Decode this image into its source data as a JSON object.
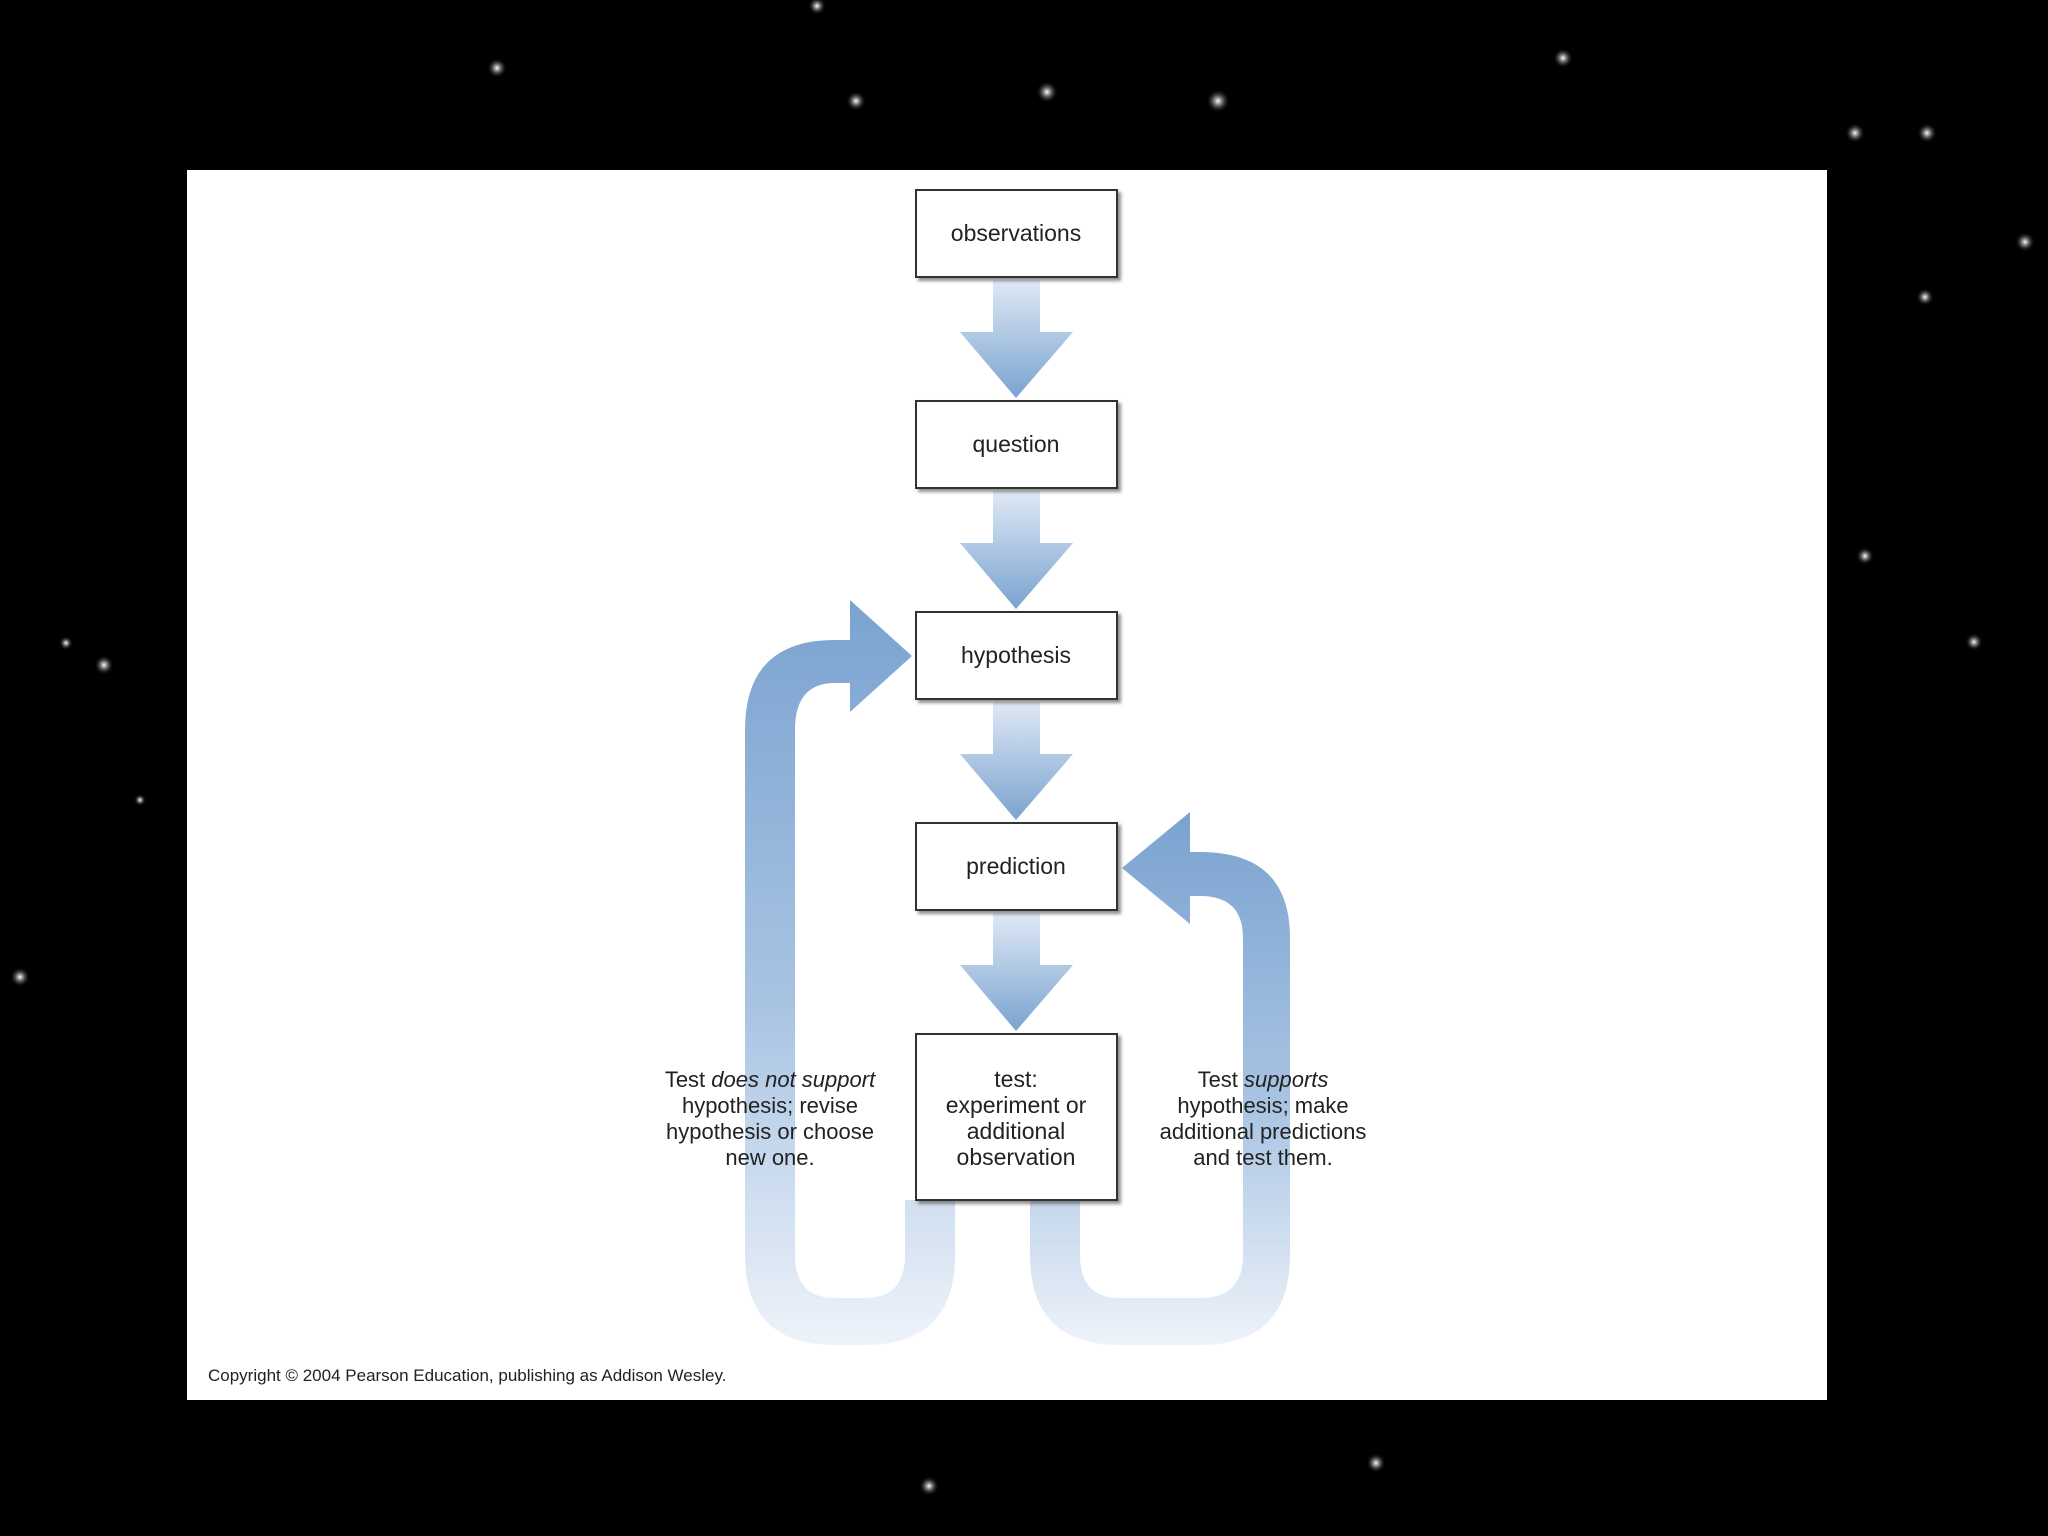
{
  "diagram": {
    "steps": {
      "observations": "observations",
      "question": "question",
      "hypothesis": "hypothesis",
      "prediction": "prediction",
      "test_line1": "test:",
      "test_line2": "experiment or",
      "test_line3": "additional",
      "test_line4": "observation"
    },
    "left_note": {
      "line1_prefix": "Test ",
      "line1_italic": "does not support",
      "line2": "hypothesis; revise",
      "line3": "hypothesis or choose",
      "line4": "new one."
    },
    "right_note": {
      "line1_prefix": "Test ",
      "line1_italic": "supports",
      "line2": "hypothesis; make",
      "line3": "additional predictions",
      "line4": "and test them."
    },
    "copyright": "Copyright © 2004 Pearson Education, publishing as Addison Wesley."
  },
  "colors": {
    "background": "#000000",
    "panel": "#ffffff",
    "arrow_dark": "#7fa6d2",
    "arrow_light": "#e4edf7",
    "box_border": "#333333"
  }
}
